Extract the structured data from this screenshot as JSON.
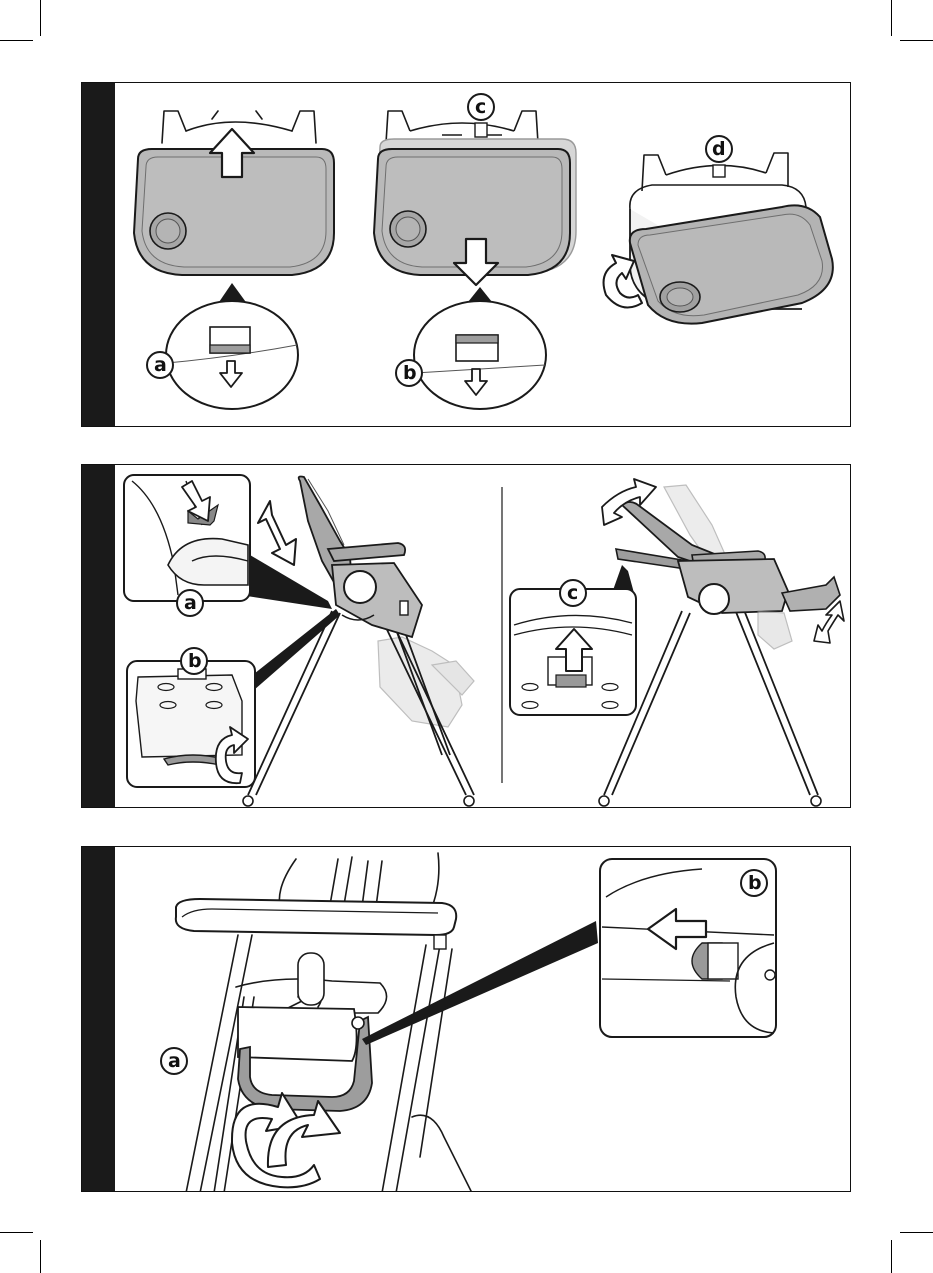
{
  "colors": {
    "ink": "#1a1a1a",
    "tray": "#b9b9b9",
    "tray_dark": "#9d9d9d",
    "seat": "#a8a8a8",
    "ghost": "#e2e2e2"
  },
  "panel1": {
    "labels": {
      "a": "a",
      "b": "b",
      "c": "c",
      "d": "d"
    }
  },
  "panel2": {
    "labels": {
      "a": "a",
      "b": "b",
      "c": "c"
    }
  },
  "panel3": {
    "labels": {
      "a": "a",
      "b": "b"
    }
  }
}
